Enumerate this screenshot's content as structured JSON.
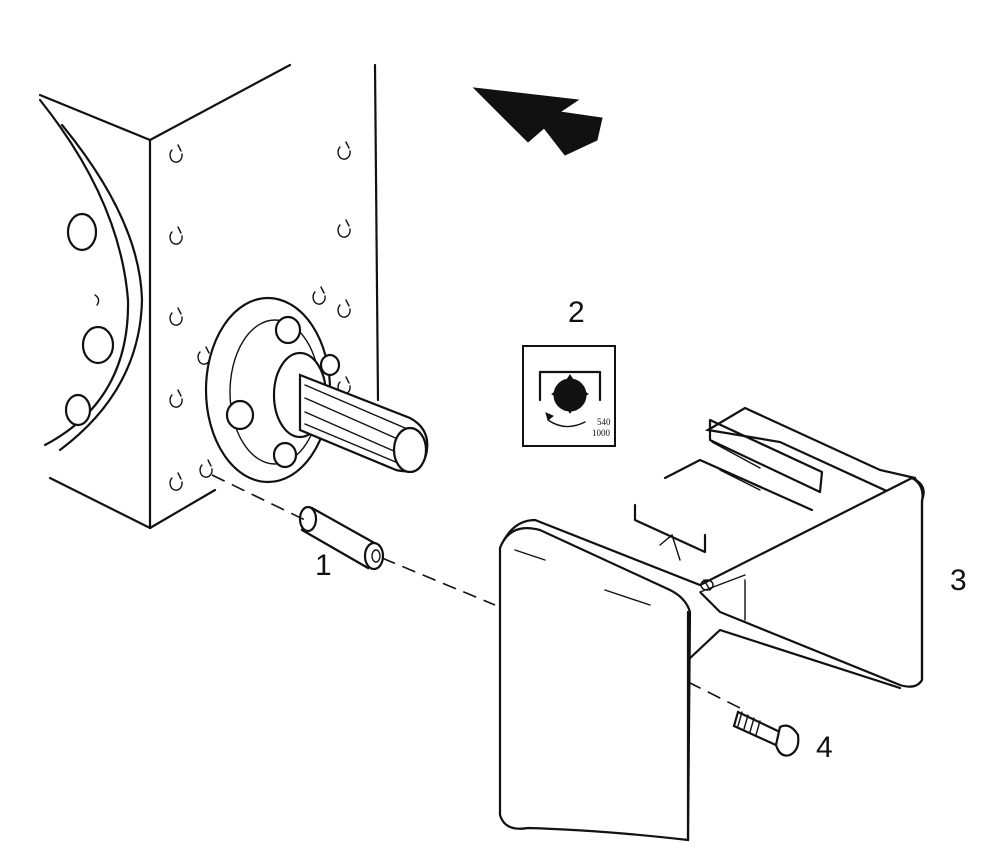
{
  "callouts": {
    "item1": "1",
    "item2": "2",
    "item3": "3",
    "item4": "4"
  },
  "decal": {
    "speed_top": "540",
    "speed_bottom": "1000"
  },
  "colors": {
    "ink": "#111111",
    "background": "#ffffff"
  },
  "icons": {
    "direction_arrow": "arrow-icon",
    "pto_decal": "pto-rotation-icon"
  }
}
